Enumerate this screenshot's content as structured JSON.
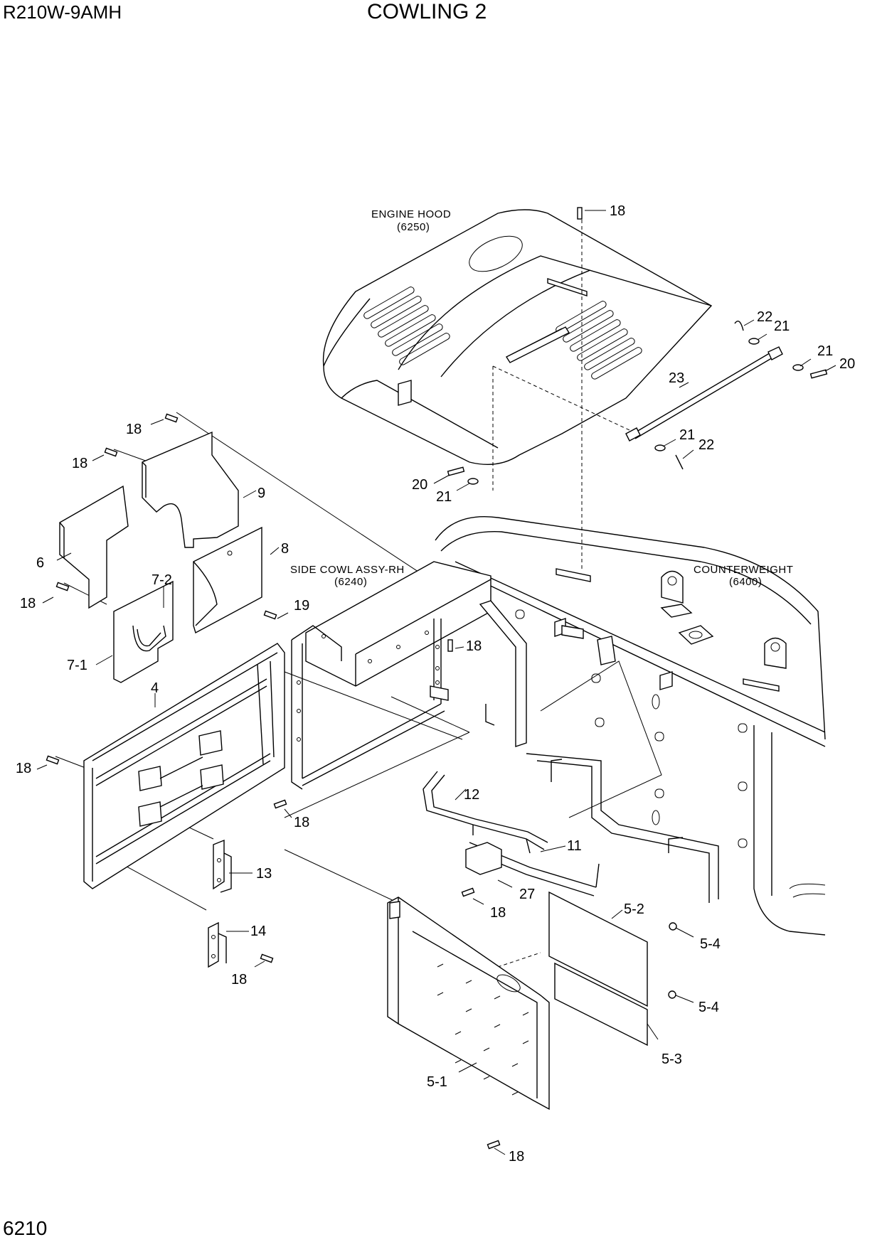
{
  "header": {
    "model": "R210W-9AMH",
    "title": "COWLING 2"
  },
  "footer": {
    "page": "6210"
  },
  "refs": {
    "engine_hood": [
      "ENGINE HOOD",
      "(6250)"
    ],
    "side_cowl": [
      "SIDE COWL ASSY-RH",
      "(6240)"
    ],
    "counterweight": [
      "COUNTERWEIGHT",
      "(6400)"
    ]
  },
  "callouts": [
    "18",
    "22",
    "21",
    "21",
    "20",
    "23",
    "21",
    "22",
    "20",
    "21",
    "18",
    "18",
    "9",
    "8",
    "6",
    "7-2",
    "18",
    "7-1",
    "19",
    "18",
    "4",
    "18",
    "18",
    "12",
    "11",
    "13",
    "27",
    "18",
    "14",
    "18",
    "5-2",
    "5-4",
    "5-4",
    "5-3",
    "5-1",
    "18"
  ]
}
